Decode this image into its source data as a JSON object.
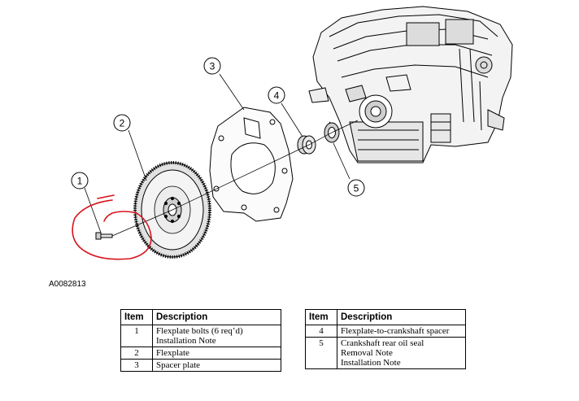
{
  "figure_id": "A0082813",
  "callouts": [
    "1",
    "2",
    "3",
    "4",
    "5"
  ],
  "table_headers": {
    "item": "Item",
    "description": "Description"
  },
  "left_table": [
    {
      "item": "1",
      "lines": [
        "Flexplate bolts (6 req’d)",
        "Installation Note"
      ]
    },
    {
      "item": "2",
      "lines": [
        "Flexplate"
      ]
    },
    {
      "item": "3",
      "lines": [
        "Spacer plate"
      ]
    }
  ],
  "right_table": [
    {
      "item": "4",
      "lines": [
        "Flexplate-to-crankshaft spacer"
      ]
    },
    {
      "item": "5",
      "lines": [
        "Crankshaft rear oil seal",
        "Removal Note",
        "Installation Note"
      ]
    }
  ],
  "colors": {
    "annotation": "#d8141c",
    "line": "#000000",
    "paper": "#ffffff"
  }
}
